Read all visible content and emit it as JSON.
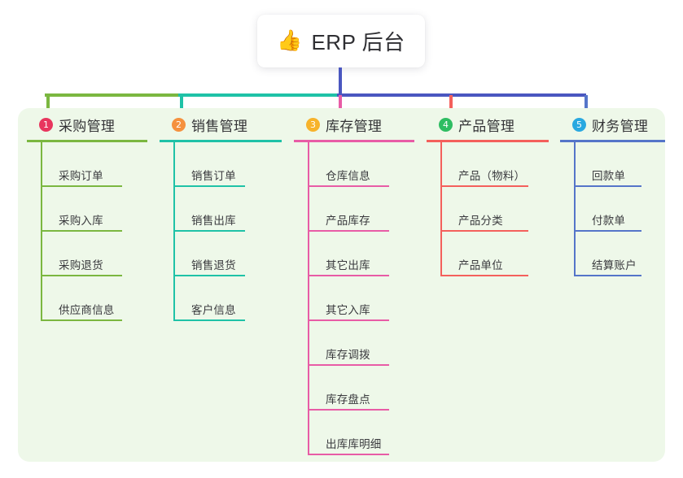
{
  "diagram": {
    "root": {
      "icon": "thumbs-up-icon",
      "icon_glyph": "👍",
      "title": "ERP 后台"
    },
    "trunk_color": "#4a57c0",
    "panel_color": "#eef8e9",
    "columns": [
      {
        "index": "1",
        "title": "采购管理",
        "badge_color": "#e8365e",
        "line_color": "#79b84a",
        "items": [
          "采购订单",
          "采购入库",
          "采购退货",
          "供应商信息"
        ]
      },
      {
        "index": "2",
        "title": "销售管理",
        "badge_color": "#f5913e",
        "line_color": "#1ec4a8",
        "items": [
          "销售订单",
          "销售出库",
          "销售退货",
          "客户信息"
        ]
      },
      {
        "index": "3",
        "title": "库存管理",
        "badge_color": "#f5b battle",
        "items": []
      }
    ]
  }
}
